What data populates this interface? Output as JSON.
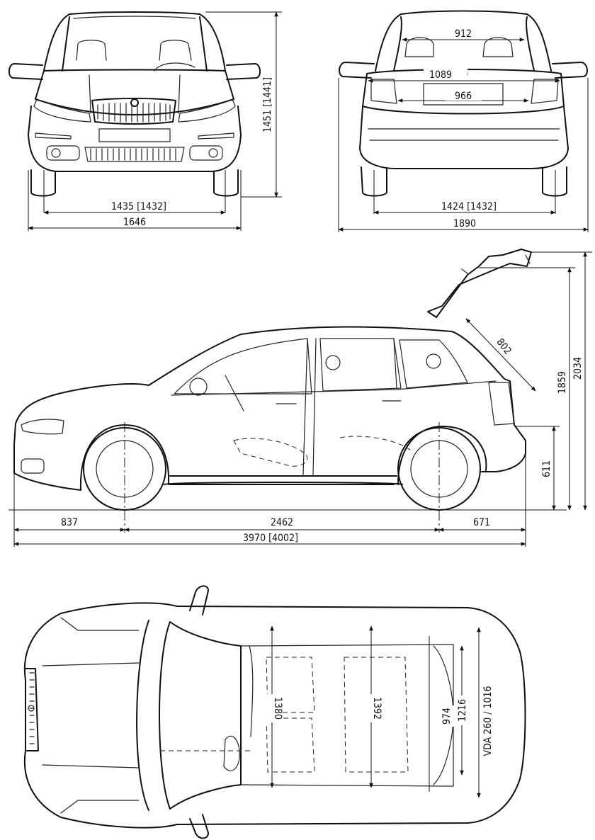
{
  "views": {
    "front": {
      "track_width": "1435 [1432]",
      "overall_width": "1646",
      "height": "1451 [1441]"
    },
    "rear": {
      "rear_window_width": "912",
      "tailgate_width": "1089",
      "opening_width": "966",
      "track_width": "1424 [1432]",
      "width_with_mirrors": "1890"
    },
    "side": {
      "tailgate_opening": "802",
      "height_open_tailgate": "2034",
      "tailgate_edge_height": "1859",
      "loading_sill_height": "611",
      "front_overhang": "837",
      "wheelbase": "2462",
      "rear_overhang": "671",
      "overall_length": "3970 [4002]"
    },
    "top": {
      "front_interior_width": "1380",
      "rear_interior_width": "1392",
      "luggage_floor_width": "1216",
      "luggage_length": "974",
      "vda_volume": "VDA 260 / 1016"
    }
  }
}
